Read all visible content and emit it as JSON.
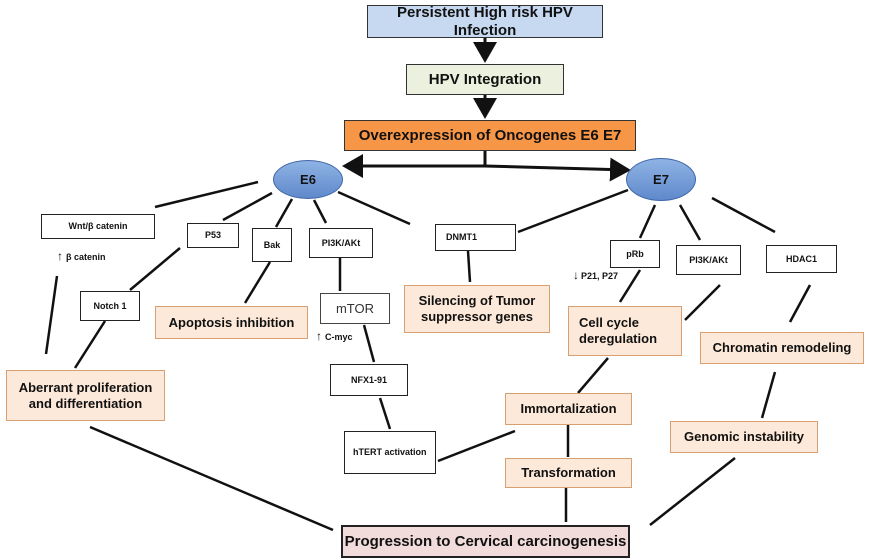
{
  "title": "Persistent High risk HPV Infection",
  "integration": "HPV Integration",
  "oncogenes": "Overexpression of Oncogenes E6 E7",
  "e6": {
    "label": "E6",
    "wnt": "Wnt/β catenin",
    "beta_catenin": "β catenin",
    "p53": "P53",
    "notch": "Notch 1",
    "bak": "Bak",
    "pi3k": "PI3K/AKt",
    "mtor": "mTOR",
    "cmyc": "C-myc",
    "nfx": "NFX1-91",
    "htert": "hTERT activation",
    "apoptosis": "Apoptosis inhibition",
    "aberrant": "Aberrant proliferation and differentiation"
  },
  "center": {
    "dnmt1": "DNMT1",
    "silencing": "Silencing of Tumor suppressor genes",
    "immortalization": "Immortalization",
    "transformation": "Transformation"
  },
  "e7": {
    "label": "E7",
    "prb": "pRb",
    "p21": "P21, P27",
    "pi3k": "PI3K/AKt",
    "hdac1": "HDAC1",
    "cell_cycle": "Cell cycle deregulation",
    "chromatin": "Chromatin remodeling",
    "genomic": "Genomic instability"
  },
  "progression": "Progression to Cervical carcinogenesis"
}
